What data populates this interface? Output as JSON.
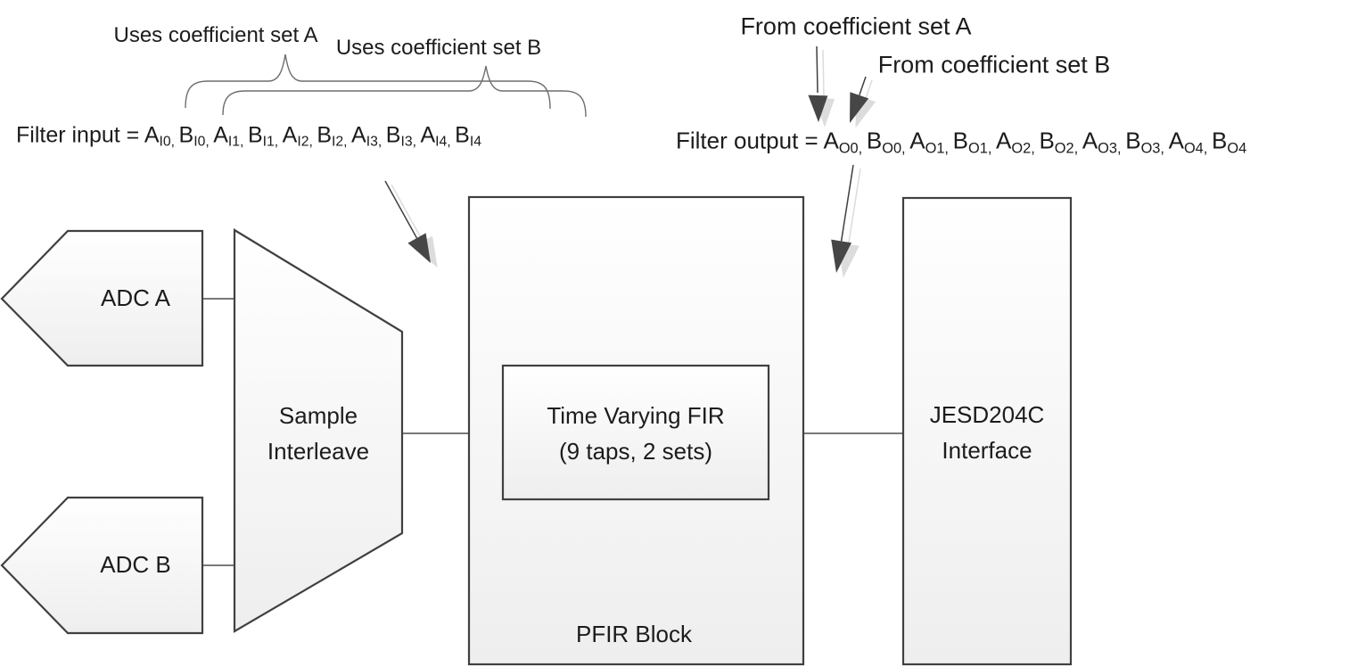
{
  "annotations": {
    "uses_set_a": "Uses coefficient set A",
    "uses_set_b": "Uses coefficient set B",
    "from_set_a": "From coefficient set A",
    "from_set_b": "From coefficient set B",
    "filter_input": {
      "prefix": "Filter input = ",
      "tokens": [
        [
          "A",
          "I0,"
        ],
        [
          "B",
          "I0,"
        ],
        [
          "A",
          "I1,"
        ],
        [
          "B",
          "I1,"
        ],
        [
          "A",
          "I2,"
        ],
        [
          "B",
          "I2,"
        ],
        [
          "A",
          "I3,"
        ],
        [
          "B",
          "I3,"
        ],
        [
          "A",
          "I4,"
        ],
        [
          "B",
          "I4"
        ]
      ]
    },
    "filter_output": {
      "prefix": "Filter output = ",
      "tokens": [
        [
          "A",
          "O0,"
        ],
        [
          "B",
          "O0,"
        ],
        [
          "A",
          "O1,"
        ],
        [
          "B",
          "O1,"
        ],
        [
          "A",
          "O2,"
        ],
        [
          "B",
          "O2,"
        ],
        [
          "A",
          "O3,"
        ],
        [
          "B",
          "O3,"
        ],
        [
          "A",
          "O4,"
        ],
        [
          "B",
          "O4"
        ]
      ]
    }
  },
  "blocks": {
    "adc_a": {
      "label": "ADC A"
    },
    "adc_b": {
      "label": "ADC B"
    },
    "sample_interleave": {
      "label": "Sample\nInterleave"
    },
    "fir": {
      "label": "Time Varying FIR\n(9 taps, 2 sets)"
    },
    "pfir": {
      "label": "PFIR Block"
    },
    "jesd": {
      "label": "JESD204C\nInterface"
    }
  },
  "colors": {
    "shape_stroke": "#404040",
    "shape_fill_top": "#ffffff",
    "shape_fill_bottom": "#eeeeef",
    "connector": "#4d4d4d",
    "brace": "#6e6e6e",
    "arrow": "#464646",
    "arrow_shadow": "#dcdcdc",
    "text": "#1c1c1c"
  }
}
